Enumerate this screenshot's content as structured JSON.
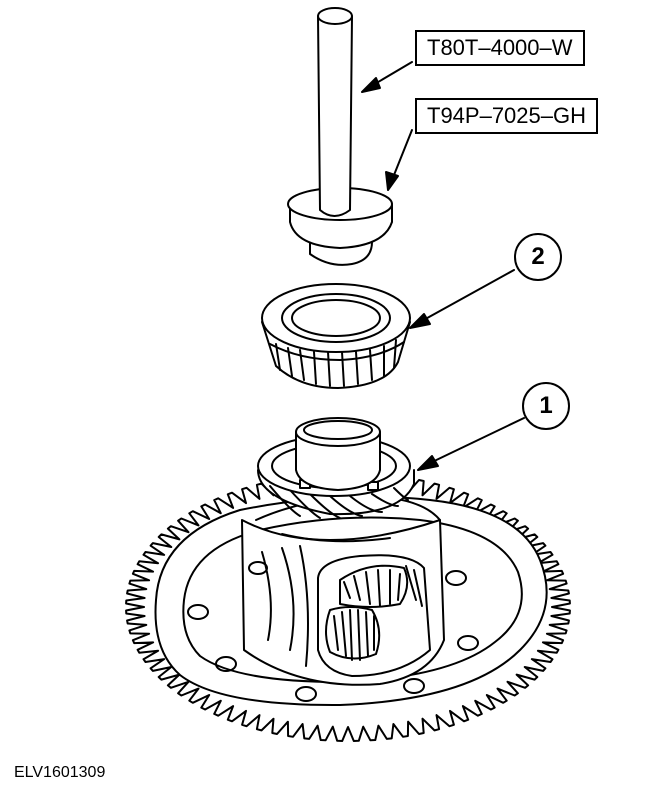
{
  "labels": {
    "tool_1": "T80T–4000–W",
    "tool_2": "T94P–7025–GH"
  },
  "callouts": {
    "part_1": "1",
    "part_2": "2"
  },
  "figure_id": "ELV1601309",
  "colors": {
    "ink": "#000000",
    "paper": "#ffffff"
  }
}
